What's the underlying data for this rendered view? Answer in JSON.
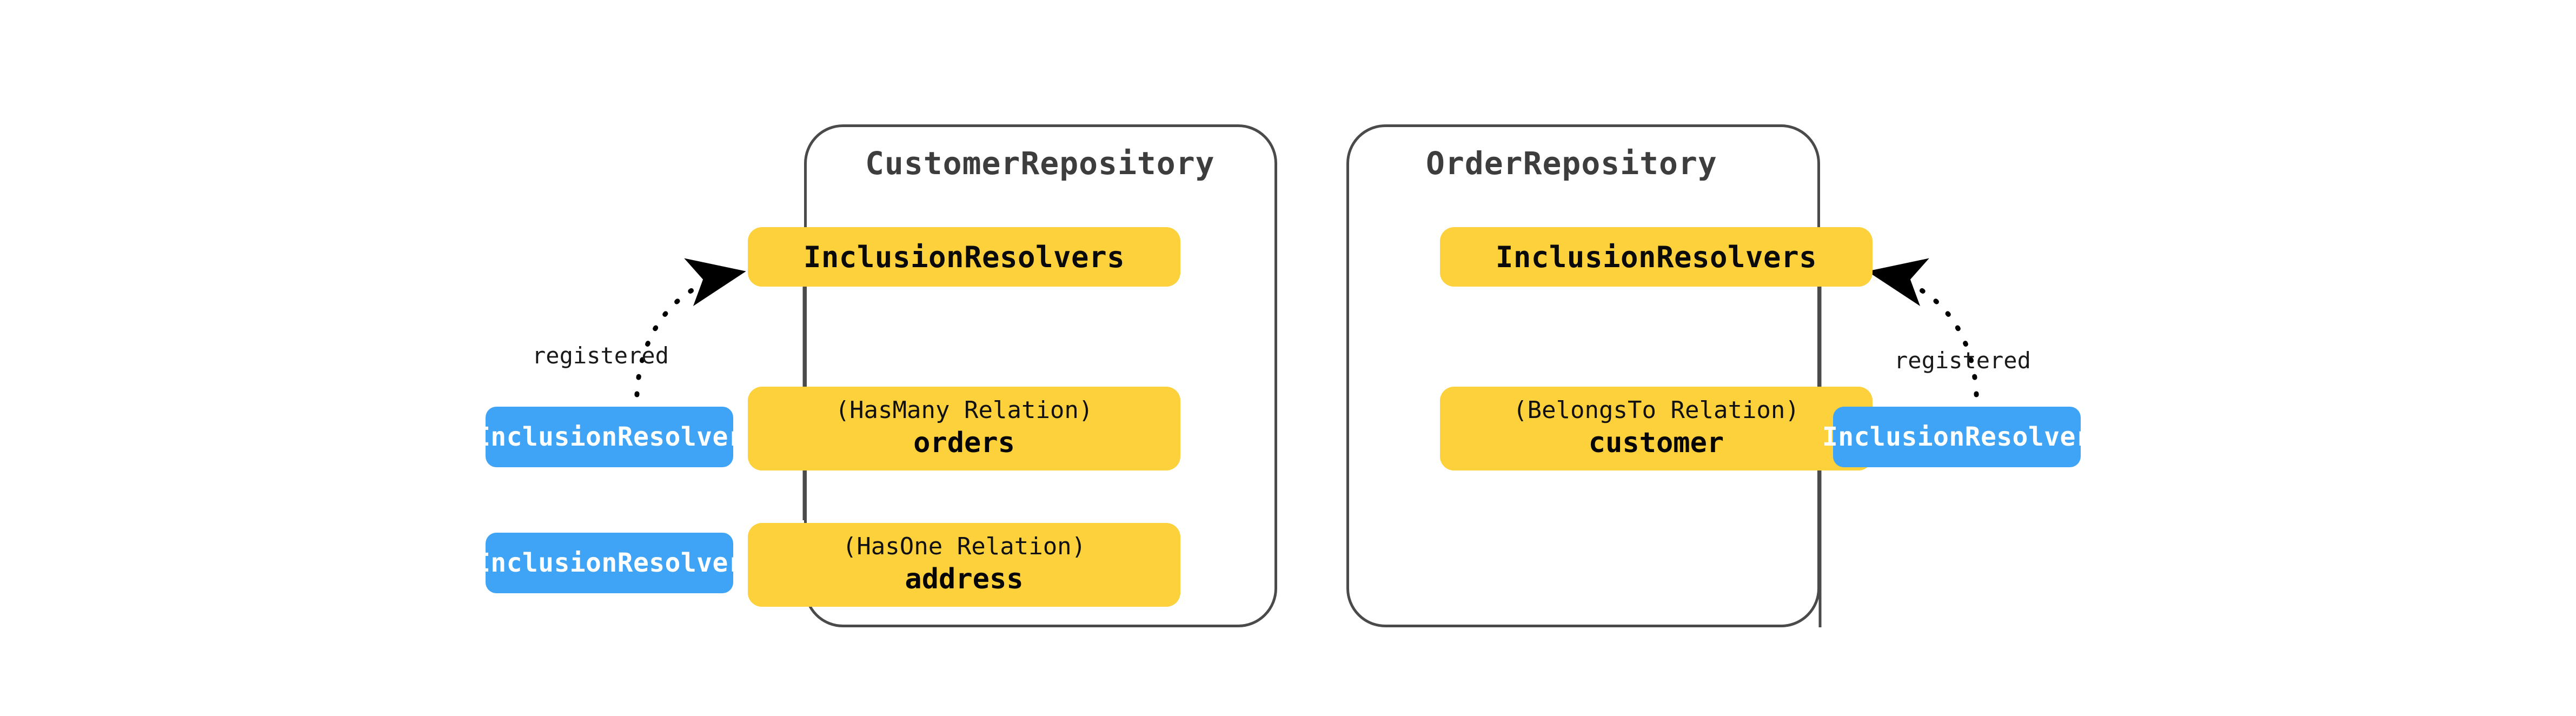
{
  "diagram": {
    "background_color": "#ffffff",
    "colors": {
      "yellow_box": "#FCD13C",
      "blue_box": "#3FA3F6",
      "container_border": "#4a4a4a",
      "title_text": "#3d3d3d",
      "body_text": "#0a0a0a",
      "blue_text": "#ffffff",
      "connector": "#4a4a4a",
      "arrow": "#000000"
    }
  },
  "repositories": [
    {
      "id": "customer-repository",
      "title": "CustomerRepository",
      "resolvers_box_label": "InclusionResolvers",
      "relations": [
        {
          "kind": "(HasMany Relation)",
          "name": "orders"
        },
        {
          "kind": "(HasOne Relation)",
          "name": "address"
        }
      ],
      "resolver_chips": [
        {
          "label": "InclusionResolver"
        },
        {
          "label": "InclusionResolver"
        }
      ],
      "edge_label": "registered"
    },
    {
      "id": "order-repository",
      "title": "OrderRepository",
      "resolvers_box_label": "InclusionResolvers",
      "relations": [
        {
          "kind": "(BelongsTo Relation)",
          "name": "customer"
        }
      ],
      "resolver_chips": [
        {
          "label": "InclusionResolver"
        }
      ],
      "edge_label": "registered"
    }
  ]
}
